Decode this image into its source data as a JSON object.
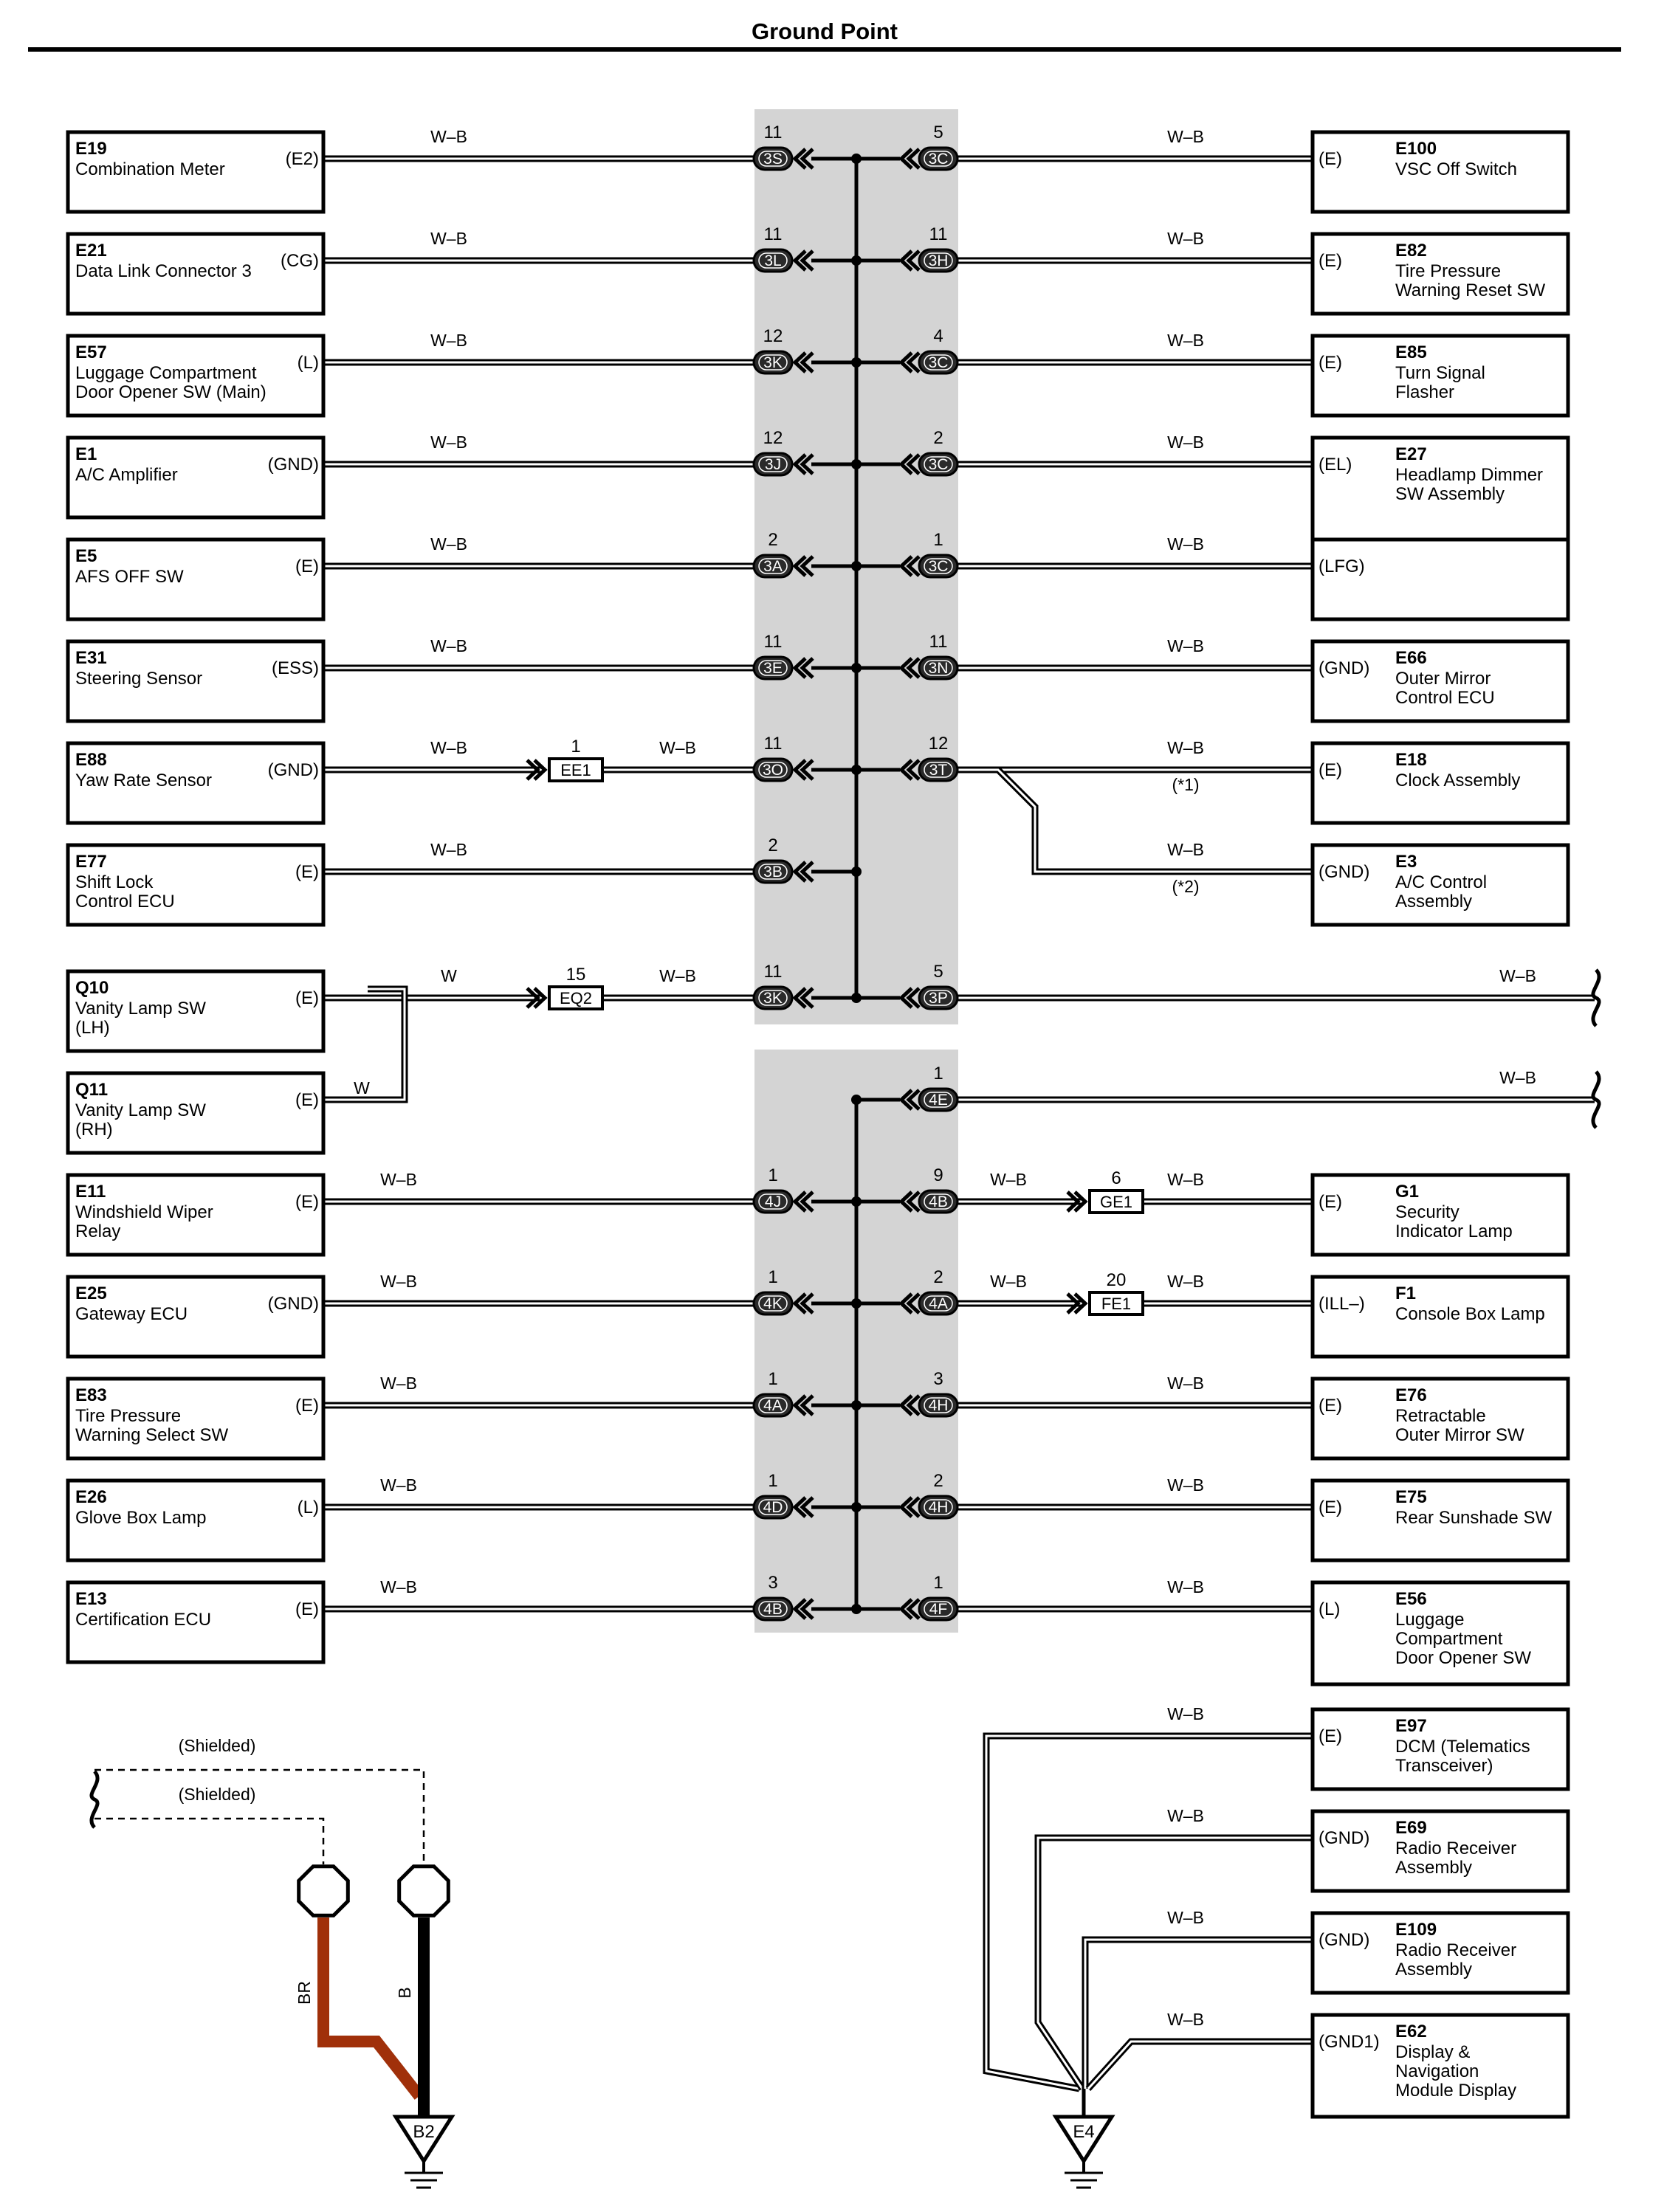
{
  "title": "Ground Point",
  "panel_color": "#d4d4d4",
  "wire_colors": {
    "white": "#ffffff",
    "black": "#000000",
    "brown": "#a0300a"
  },
  "top_rows": [
    {
      "left": {
        "code": "E19",
        "name": [
          "Combination Meter"
        ],
        "pin": "(E2)"
      },
      "lwire": "W–B",
      "lnum": "11",
      "lconn": "3S",
      "rnum": "5",
      "rconn": "3C",
      "rwire": "W–B",
      "right": {
        "pin": "(E)",
        "code": "E100",
        "name": [
          "VSC Off Switch"
        ]
      }
    },
    {
      "left": {
        "code": "E21",
        "name": [
          "Data Link Connector 3"
        ],
        "pin": "(CG)"
      },
      "lwire": "W–B",
      "lnum": "11",
      "lconn": "3L",
      "rnum": "11",
      "rconn": "3H",
      "rwire": "W–B",
      "right": {
        "pin": "(E)",
        "code": "E82",
        "name": [
          "Tire Pressure",
          "Warning Reset SW"
        ]
      }
    },
    {
      "left": {
        "code": "E57",
        "name": [
          "Luggage Compartment",
          "Door Opener SW (Main)"
        ],
        "pin": "(L)"
      },
      "lwire": "W–B",
      "lnum": "12",
      "lconn": "3K",
      "rnum": "4",
      "rconn": "3C",
      "rwire": "W–B",
      "right": {
        "pin": "(E)",
        "code": "E85",
        "name": [
          "Turn Signal",
          "Flasher"
        ]
      }
    },
    {
      "left": {
        "code": "E1",
        "name": [
          "A/C Amplifier"
        ],
        "pin": "(GND)"
      },
      "lwire": "W–B",
      "lnum": "12",
      "lconn": "3J",
      "rnum": "2",
      "rconn": "3C",
      "rwire": "W–B",
      "right": {
        "pin": "(EL)",
        "code": "E27",
        "name": [
          "Headlamp Dimmer",
          "SW Assembly"
        ]
      }
    },
    {
      "left": {
        "code": "E5",
        "name": [
          "AFS OFF SW"
        ],
        "pin": "(E)"
      },
      "lwire": "W–B",
      "lnum": "2",
      "lconn": "3A",
      "rnum": "1",
      "rconn": "3C",
      "rwire": "W–B",
      "right": {
        "pin": "(LFG)"
      }
    },
    {
      "left": {
        "code": "E31",
        "name": [
          "Steering Sensor"
        ],
        "pin": "(ESS)"
      },
      "lwire": "W–B",
      "lnum": "11",
      "lconn": "3E",
      "rnum": "11",
      "rconn": "3N",
      "rwire": "W–B",
      "right": {
        "pin": "(GND)",
        "code": "E66",
        "name": [
          "Outer Mirror",
          "Control ECU"
        ]
      }
    },
    {
      "left": {
        "code": "E88",
        "name": [
          "Yaw Rate Sensor"
        ],
        "pin": "(GND)"
      },
      "lwire": "W–B",
      "inline": {
        "num": "1",
        "label": "EE1",
        "wire": "W–B"
      },
      "lnum": "11",
      "lconn": "3O",
      "rnum": "12",
      "rconn": "3T",
      "rwire": "W–B",
      "rnote": "(*1)",
      "right": {
        "pin": "(E)",
        "code": "E18",
        "name": [
          "Clock Assembly"
        ]
      }
    },
    {
      "left": {
        "code": "E77",
        "name": [
          "Shift Lock",
          "Control ECU"
        ],
        "pin": "(E)"
      },
      "lwire": "W–B",
      "lnum": "2",
      "lconn": "3B",
      "rwire": "W–B",
      "rnote": "(*2)",
      "right": {
        "pin": "(GND)",
        "code": "E3",
        "name": [
          "A/C Control",
          "Assembly"
        ]
      }
    },
    {
      "left": {
        "code": "Q10",
        "name": [
          "Vanity Lamp SW",
          "(LH)"
        ],
        "pin": "(E)"
      },
      "lwire": "W",
      "inline": {
        "num": "15",
        "label": "EQ2",
        "wire": "W–B"
      },
      "lnum": "11",
      "lconn": "3K",
      "rnum": "5",
      "rconn": "3P",
      "rwire": "W–B"
    },
    {
      "left": {
        "code": "Q11",
        "name": [
          "Vanity Lamp SW",
          "(RH)"
        ],
        "pin": "(E)"
      },
      "lwire": "W"
    }
  ],
  "bottom_rows": [
    {
      "rnum": "1",
      "rconn": "4E",
      "rwire": "W–B"
    },
    {
      "left": {
        "code": "E11",
        "name": [
          "Windshield Wiper",
          "Relay"
        ],
        "pin": "(E)"
      },
      "lwire": "W–B",
      "lnum": "1",
      "lconn": "4J",
      "rnum": "9",
      "rconn": "4B",
      "midwire": "W–B",
      "inline": {
        "num": "6",
        "label": "GE1"
      },
      "rwire": "W–B",
      "right": {
        "pin": "(E)",
        "code": "G1",
        "name": [
          "Security",
          "Indicator Lamp"
        ]
      }
    },
    {
      "left": {
        "code": "E25",
        "name": [
          "Gateway ECU"
        ],
        "pin": "(GND)"
      },
      "lwire": "W–B",
      "lnum": "1",
      "lconn": "4K",
      "rnum": "2",
      "rconn": "4A",
      "midwire": "W–B",
      "inline": {
        "num": "20",
        "label": "FE1"
      },
      "rwire": "W–B",
      "right": {
        "pin": "(ILL–)",
        "code": "F1",
        "name": [
          "Console Box Lamp"
        ]
      }
    },
    {
      "left": {
        "code": "E83",
        "name": [
          "Tire Pressure",
          "Warning Select SW"
        ],
        "pin": "(E)"
      },
      "lwire": "W–B",
      "lnum": "1",
      "lconn": "4A",
      "rnum": "3",
      "rconn": "4H",
      "rwire": "W–B",
      "right": {
        "pin": "(E)",
        "code": "E76",
        "name": [
          "Retractable",
          "Outer Mirror SW"
        ]
      }
    },
    {
      "left": {
        "code": "E26",
        "name": [
          "Glove Box Lamp"
        ],
        "pin": "(L)"
      },
      "lwire": "W–B",
      "lnum": "1",
      "lconn": "4D",
      "rnum": "2",
      "rconn": "4H",
      "rwire": "W–B",
      "right": {
        "pin": "(E)",
        "code": "E75",
        "name": [
          "Rear Sunshade SW"
        ]
      }
    },
    {
      "left": {
        "code": "E13",
        "name": [
          "Certification ECU"
        ],
        "pin": "(E)"
      },
      "lwire": "W–B",
      "lnum": "3",
      "lconn": "4B",
      "rnum": "1",
      "rconn": "4F",
      "rwire": "W–B",
      "right": {
        "pin": "(L)",
        "code": "E56",
        "name": [
          "Luggage",
          "Compartment",
          "Door Opener SW"
        ]
      }
    }
  ],
  "ground_rows": [
    {
      "wire": "W–B",
      "pin": "(E)",
      "code": "E97",
      "name": [
        "DCM (Telematics",
        "Transceiver)"
      ]
    },
    {
      "wire": "W–B",
      "pin": "(GND)",
      "code": "E69",
      "name": [
        "Radio Receiver",
        "Assembly"
      ]
    },
    {
      "wire": "W–B",
      "pin": "(GND)",
      "code": "E109",
      "name": [
        "Radio Receiver",
        "Assembly"
      ]
    },
    {
      "wire": "W–B",
      "pin": "(GND1)",
      "code": "E62",
      "name": [
        "Display &",
        "Navigation",
        "Module Display"
      ]
    }
  ],
  "ground_e4": "E4",
  "ground_b2": "B2",
  "shield_labels": [
    "(Shielded)",
    "(Shielded)"
  ],
  "wire_labels_b2": [
    "BR",
    "B"
  ]
}
